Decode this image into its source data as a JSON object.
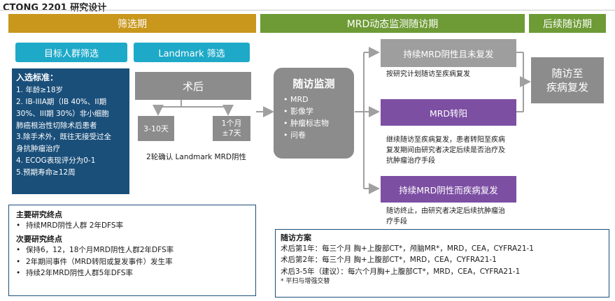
{
  "title": "CTONG 2201 研究设计",
  "phases": {
    "screening": "筛选期",
    "mrd": "MRD动态监测随访期",
    "followup": "后续随访期"
  },
  "screening": {
    "target_label": "目标人群筛选",
    "landmark_label": "Landmark 筛选",
    "criteria_heading": "入选标准：",
    "criteria": [
      "1. 年龄≥18岁",
      "2. IB-IIIA期（IB 40%、II期",
      "30%、III期 30%）非小细胞",
      "肺癌根治性切除术后患者",
      "3.除手术外，既往无接受过全",
      "身抗肿瘤治疗",
      "4. ECOG表现评分为0-1",
      "5.预期寿命≥12周"
    ],
    "surgery": "术后",
    "day_box": "3-10天",
    "month_box_line1": "1个月",
    "month_box_line2": "±7天",
    "confirm": "2轮确认 Landmark MRD阴性"
  },
  "monitoring": {
    "title": "随访监测",
    "items": [
      "MRD",
      "影像学",
      "肿瘤标志物",
      "问卷"
    ]
  },
  "outcomes": [
    {
      "label": "持续MRD阴性且未复发",
      "note": "按研究计划随访至疾病复发",
      "color": "#9e9e9e"
    },
    {
      "label": "MRD转阳",
      "note": "继续随访至疾病复发，患者转阳至疾病复发期间由研究者决定后续是否治疗及抗肿瘤治疗手段",
      "color": "#7d4fa3"
    },
    {
      "label": "持续MRD阴性而疾病复发",
      "note": "随访终止，由研究者决定后续抗肿瘤治疗手段",
      "color": "#7d4fa3"
    }
  ],
  "followup_box": {
    "line1": "随访至",
    "line2": "疾病复发"
  },
  "endpoints": {
    "primary_heading": "主要研究终点",
    "primary": [
      "持续MRD阴性人群 2年DFS率"
    ],
    "secondary_heading": "次要研究终点",
    "secondary": [
      "保持6，12，18个月MRD阴性人群2年DFS率",
      "2年期间事件（MRD转阳或复发事件）发生率",
      "持续2年MRD阴性人群5年DFS率"
    ]
  },
  "followup_plan": {
    "heading": "随访方案",
    "rows": [
      "术后第1年：每三个月 胸+上腹部CT*，颅脑MR*，MRD，CEA，CYFRA21-1",
      "术后第2年：每三个月 胸+上腹部CT*，MRD，CEA，CYFRA21-1",
      "术后3-5年（建议）：每六个月胸+上腹部CT*，MRD，CEA，CYFRA21-1"
    ],
    "footnote": "* 平扫与增强交替"
  },
  "colors": {
    "gold": "#c9971c",
    "green": "#6e9b36",
    "cyan": "#1ea9c8",
    "navy": "#1a4f7a",
    "purple": "#7d4fa3",
    "grey": "#9e9e9e"
  }
}
